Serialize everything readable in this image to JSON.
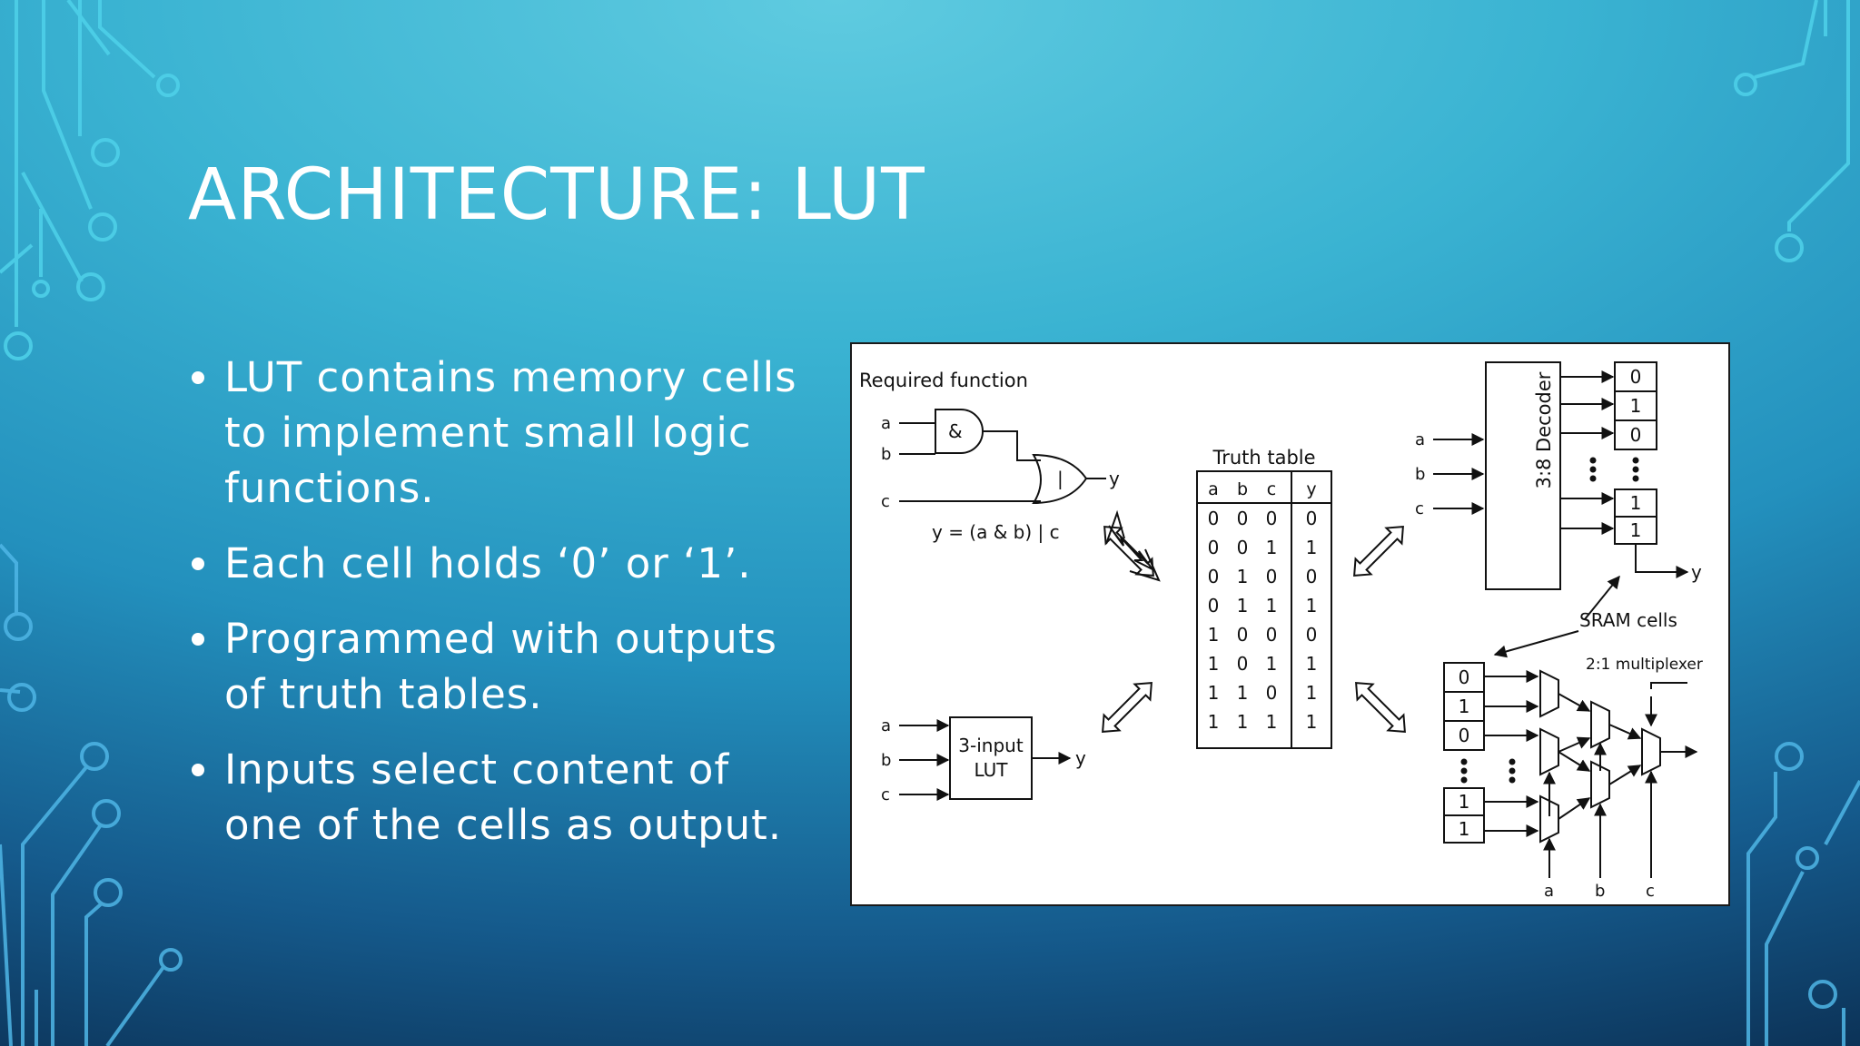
{
  "slide": {
    "title": "ARCHITECTURE: LUT",
    "bullets": [
      "LUT contains memory cells to implement small logic functions.",
      "Each cell holds ‘0’ or ‘1’.",
      "Programmed with outputs of truth tables.",
      "Inputs select content of one of the cells as output."
    ]
  },
  "figure": {
    "required_function": "Required function",
    "input_a": "a",
    "input_b": "b",
    "input_c": "c",
    "output_y": "y",
    "and_gate": "&",
    "or_gate": "|",
    "equation": "y = (a & b) | c",
    "lut_line1": "3-input",
    "lut_line2": "LUT",
    "truth_table_title": "Truth table",
    "truth_table_headers": [
      "a",
      "b",
      "c",
      "y"
    ],
    "truth_table_rows": [
      [
        "0",
        "0",
        "0",
        "0"
      ],
      [
        "0",
        "0",
        "1",
        "1"
      ],
      [
        "0",
        "1",
        "0",
        "0"
      ],
      [
        "0",
        "1",
        "1",
        "1"
      ],
      [
        "1",
        "0",
        "0",
        "0"
      ],
      [
        "1",
        "0",
        "1",
        "1"
      ],
      [
        "1",
        "1",
        "0",
        "1"
      ],
      [
        "1",
        "1",
        "1",
        "1"
      ]
    ],
    "decoder_label": "3:8 Decoder",
    "decoder_cells_top": [
      "0",
      "1",
      "0"
    ],
    "decoder_cells_bottom": [
      "1",
      "1"
    ],
    "sram_label": "SRAM cells",
    "mux_label": "2:1 multiplexer",
    "mux_cells_top": [
      "0",
      "1",
      "0"
    ],
    "mux_cells_bottom": [
      "1",
      "1"
    ]
  }
}
